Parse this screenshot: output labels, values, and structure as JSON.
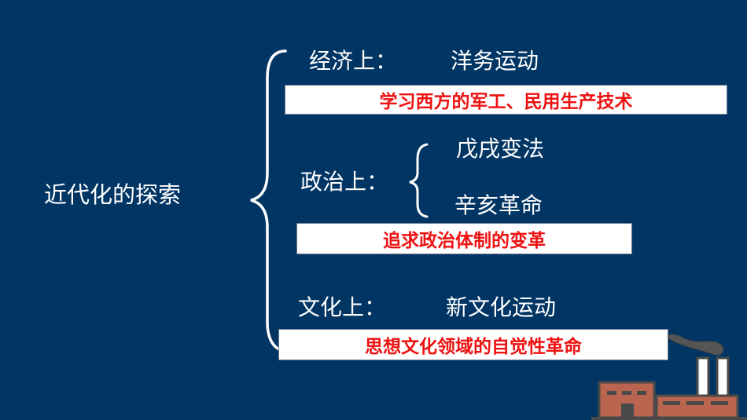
{
  "slide": {
    "background_color": "#013564",
    "main_topic": "近代化的探索",
    "branches": [
      {
        "label": "经济上：",
        "items": [
          "洋务运动"
        ],
        "summary": "学习西方的军工、民用生产技术"
      },
      {
        "label": "政治上：",
        "items": [
          "戊戌变法",
          "辛亥革命"
        ],
        "summary": "追求政治体制的变革"
      },
      {
        "label": "文化上：",
        "items": [
          "新文化运动"
        ],
        "summary": "思想文化领域的自觉性革命"
      }
    ],
    "colors": {
      "text": "#ffffff",
      "summary_text": "#ee1111",
      "summary_bg": "#ffffff",
      "factory_wall": "#b9654f",
      "factory_outline": "#4a4a4a",
      "smoke": "#555555"
    },
    "decoration": "factory-icon"
  }
}
